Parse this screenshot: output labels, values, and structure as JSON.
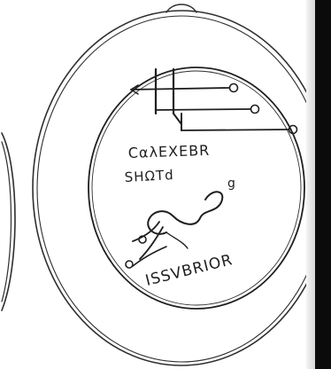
{
  "sketch": {
    "line_1": "CαλEXEBR",
    "line_2": "SHΩTd",
    "line_2_tail": "g",
    "curved_word": "ISSVBRIOR"
  },
  "colors": {
    "paper": "#ffffff",
    "ink": "#2e2e2e",
    "edge": "#0b0b0b"
  }
}
